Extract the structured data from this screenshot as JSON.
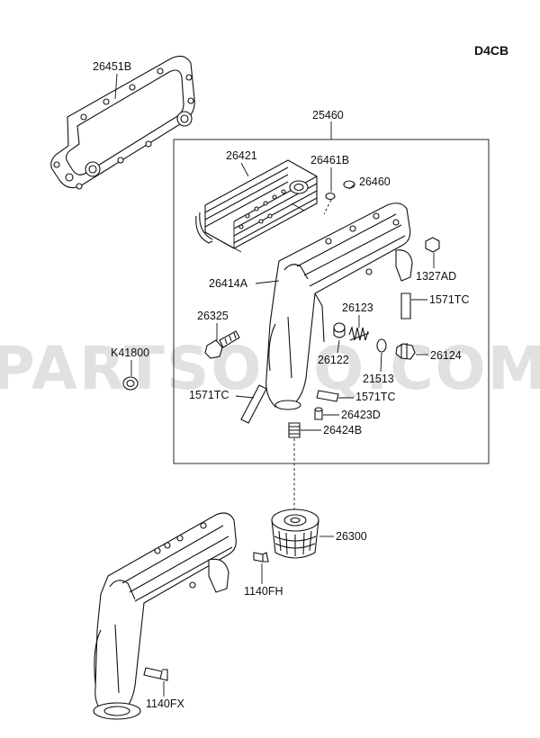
{
  "diagram": {
    "code": "D4CB",
    "watermark": "PARTSOUQ.COM",
    "labels": {
      "p26451B": "26451B",
      "p25460": "25460",
      "p26421": "26421",
      "p26461B": "26461B",
      "p26460": "26460",
      "p1327AD": "1327AD",
      "p26414A": "26414A",
      "p1571TC_a": "1571TC",
      "p26123": "26123",
      "p26325": "26325",
      "pK41800": "K41800",
      "p26122": "26122",
      "p26124": "26124",
      "p21513": "21513",
      "p1571TC_b": "1571TC",
      "p1571TC_c": "1571TC",
      "p26423D": "26423D",
      "p26424B": "26424B",
      "p26300": "26300",
      "p1140FH": "1140FH",
      "p1140FX": "1140FX"
    }
  }
}
